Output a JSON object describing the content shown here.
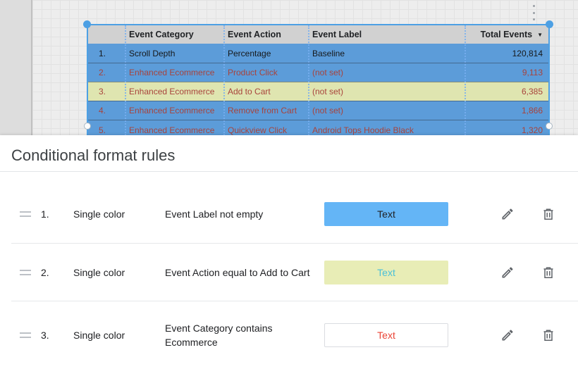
{
  "canvas": {
    "more_options_icon": "vertical-dots",
    "table": {
      "columns": [
        "",
        "Event Category",
        "Event Action",
        "Event Label",
        "Total Events"
      ],
      "sort_icon": "▼",
      "rows": [
        {
          "num": "1.",
          "category": "Scroll Depth",
          "action": "Percentage",
          "label": "Baseline",
          "total": "120,814"
        },
        {
          "num": "2.",
          "category": "Enhanced Ecommerce",
          "action": "Product Click",
          "label": "(not set)",
          "total": "9,113"
        },
        {
          "num": "3.",
          "category": "Enhanced Ecommerce",
          "action": "Add to Cart",
          "label": "(not set)",
          "total": "6,385"
        },
        {
          "num": "4.",
          "category": "Enhanced Ecommerce",
          "action": "Remove from Cart",
          "label": "(not set)",
          "total": "1,866"
        },
        {
          "num": "5.",
          "category": "Enhanced Ecommerce",
          "action": "Quickview Click",
          "label": "Android Tops Hoodie Black",
          "total": "1,320"
        }
      ]
    }
  },
  "panel": {
    "title": "Conditional format rules",
    "rules": [
      {
        "num": "1.",
        "type": "Single color",
        "condition": "Event Label not empty",
        "swatch_label": "Text",
        "swatch_bg": "#64b5f6",
        "swatch_text_color": "#202124",
        "swatch_border": "#64b5f6"
      },
      {
        "num": "2.",
        "type": "Single color",
        "condition": "Event Action equal to Add to Cart",
        "swatch_label": "Text",
        "swatch_bg": "#e8edb6",
        "swatch_text_color": "#4ac0d9",
        "swatch_border": "#e8edb6"
      },
      {
        "num": "3.",
        "type": "Single color",
        "condition": "Event Category contains Ecommerce",
        "swatch_label": "Text",
        "swatch_bg": "#ffffff",
        "swatch_text_color": "#ea4335",
        "swatch_border": "#dadce0"
      }
    ]
  },
  "colors": {
    "row_highlight_blue": "#5c9cd9",
    "row_highlight_yellow": "#dfe5b0",
    "table_red_text": "#a8433c",
    "table_header_bg": "#d1d1d1",
    "selection_blue": "#4da0e4",
    "icon_gray": "#5f6368"
  }
}
